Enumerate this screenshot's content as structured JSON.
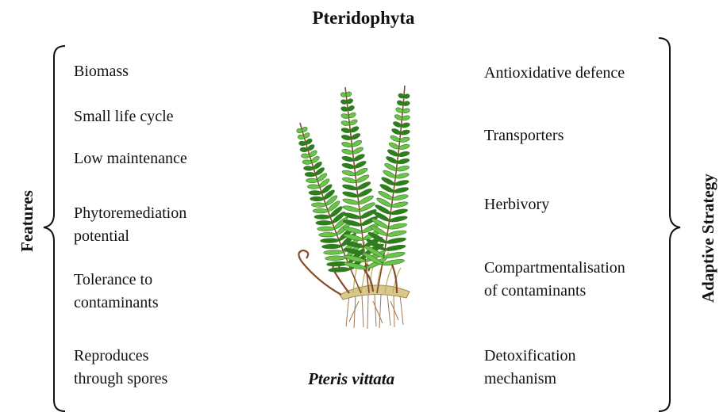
{
  "title": "Pteridophyta",
  "left_label": "Features",
  "right_label": "Adaptive Strategy",
  "features": [
    "Biomass",
    "Small life cycle",
    "Low maintenance",
    "Phytoremediation\npotential",
    "Tolerance to\ncontaminants",
    "Reproduces\nthrough spores"
  ],
  "strategies": [
    "Antioxidative defence",
    "Transporters",
    "Herbivory",
    "Compartmentalisation\nof contaminants",
    "Detoxification\nmechanism"
  ],
  "plant_caption": "Pteris vittata",
  "plant_icon": "fern-plant-illustration",
  "colors": {
    "frond_dark": "#2f7d1e",
    "frond_light": "#6cc24a",
    "stem": "#8a4a2a",
    "roots": "#9c7a5a"
  }
}
